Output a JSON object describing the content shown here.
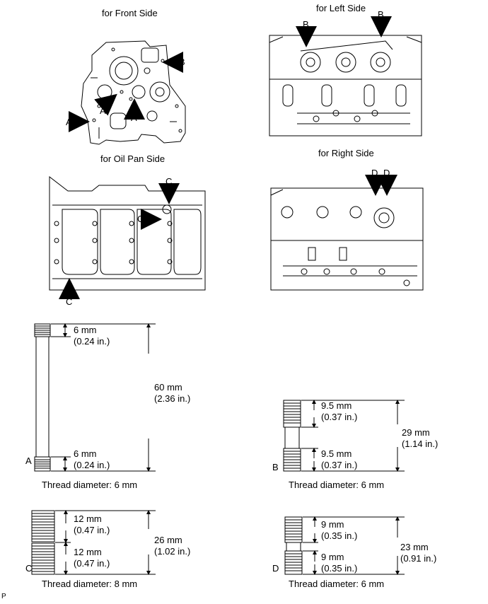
{
  "views": {
    "front": {
      "title": "for Front Side",
      "callouts": [
        "A",
        "A",
        "A",
        "B"
      ]
    },
    "left": {
      "title": "for Left Side",
      "callouts": [
        "B",
        "B"
      ]
    },
    "oil_pan": {
      "title": "for Oil Pan Side",
      "callouts": [
        "C",
        "C",
        "C"
      ]
    },
    "right": {
      "title": "for Right Side",
      "callouts": [
        "D",
        "D"
      ]
    }
  },
  "studs": {
    "A": {
      "letter": "A",
      "top_thread": "6 mm\n(0.24 in.)",
      "bottom_thread": "6 mm\n(0.24 in.)",
      "length": "60 mm\n(2.36 in.)",
      "thread_diameter": "Thread diameter: 6 mm"
    },
    "B": {
      "letter": "B",
      "top_thread": "9.5 mm\n(0.37 in.)",
      "bottom_thread": "9.5 mm\n(0.37 in.)",
      "length": "29 mm\n(1.14 in.)",
      "thread_diameter": "Thread diameter: 6 mm"
    },
    "C": {
      "letter": "C",
      "top_thread": "12 mm\n(0.47 in.)",
      "bottom_thread": "12 mm\n(0.47 in.)",
      "length": "26 mm\n(1.02 in.)",
      "thread_diameter": "Thread diameter: 8 mm"
    },
    "D": {
      "letter": "D",
      "top_thread": "9 mm\n(0.35 in.)",
      "bottom_thread": "9 mm\n(0.35 in.)",
      "length": "23 mm\n(0.91 in.)",
      "thread_diameter": "Thread diameter: 6 mm"
    }
  },
  "footer_code": "P"
}
